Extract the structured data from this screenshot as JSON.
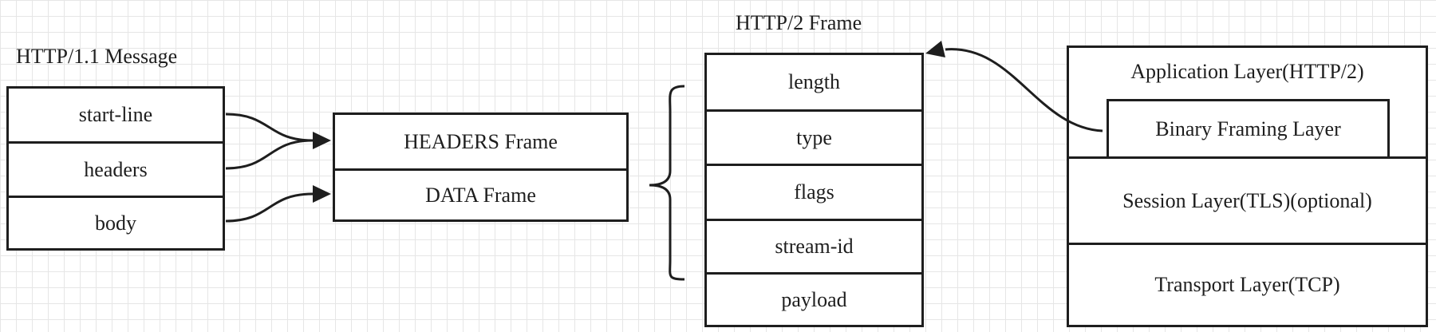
{
  "http1": {
    "title": "HTTP/1.1 Message",
    "rows": [
      "start-line",
      "headers",
      "body"
    ]
  },
  "frames": {
    "rows": [
      "HEADERS Frame",
      "DATA Frame"
    ]
  },
  "http2_frame": {
    "title": "HTTP/2 Frame",
    "fields": [
      "length",
      "type",
      "flags",
      "stream-id",
      "payload"
    ]
  },
  "stack": {
    "application": "Application Layer(HTTP/2)",
    "binary_framing": "Binary Framing Layer",
    "session": "Session Layer(TLS)(optional)",
    "transport": "Transport Layer(TCP)"
  },
  "colors": {
    "stroke": "#1e1e1e",
    "grid": "#e6e6e6",
    "background": "#ffffff"
  }
}
